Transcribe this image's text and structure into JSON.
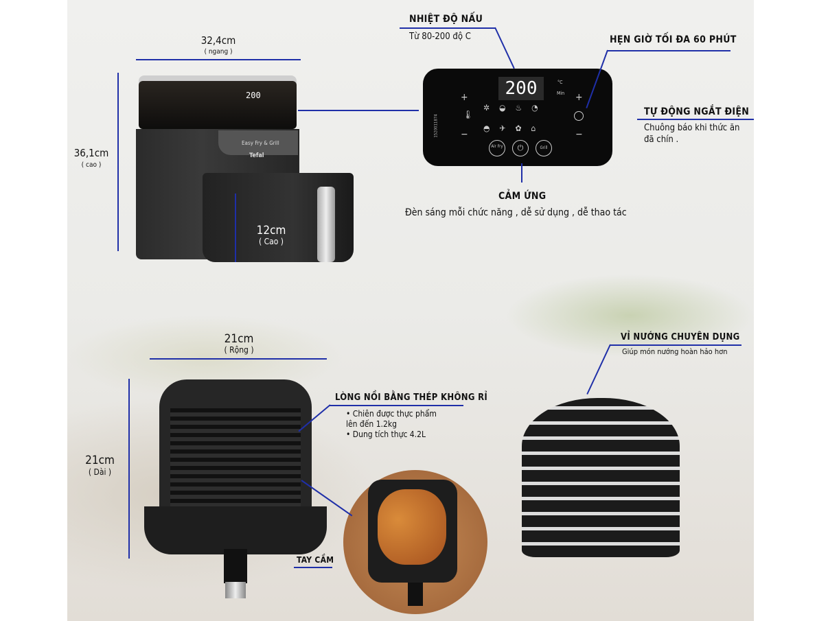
{
  "fryer_dimensions": {
    "width": "32,4cm",
    "width_note": "( ngang )",
    "height": "36,1cm",
    "height_note": "( cao )",
    "basket_height": "12cm",
    "basket_height_note": "( Cao )"
  },
  "fryer_brand": "Tefal",
  "fryer_model": "Easy Fry & Grill",
  "panel": {
    "display": "200",
    "unit_c": "°C",
    "unit_min": "Min",
    "serial": "1520011874",
    "btn_airfry": "Air Fry",
    "btn_grill": "Grill"
  },
  "callouts": {
    "temperature": {
      "title": "NHIỆT ĐỘ NẤU",
      "text": "Từ 80-200 độ C"
    },
    "timer": {
      "title": "HẸN GIỜ TỐI ĐA 60 PHÚT"
    },
    "auto_off": {
      "title": "TỰ ĐỘNG NGẮT ĐIỆN",
      "text": "Chuông báo khi thức ăn đã chín ."
    },
    "touch": {
      "title": "CẢM ỨNG",
      "text": "Đèn sáng mỗi chức năng , dễ sử dụng , dễ thao tác"
    },
    "basket": {
      "title": "LÒNG NỒI BẰNG THÉP KHÔNG RỈ",
      "bullets": [
        "Chiên được thực phẩm lên đến 1.2kg",
        "Dung tích thực 4.2L"
      ]
    },
    "grill": {
      "title": "VỈ NƯỚNG CHUYÊN DỤNG",
      "text": "Giúp món nướng hoàn hảo hơn"
    },
    "handle": {
      "title": "TAY CẦM"
    }
  },
  "basket_dimensions": {
    "width": "21cm",
    "width_note": "( Rộng )",
    "length": "21cm",
    "length_note": "( Dài )"
  },
  "accent_color": "#1f2fa8"
}
